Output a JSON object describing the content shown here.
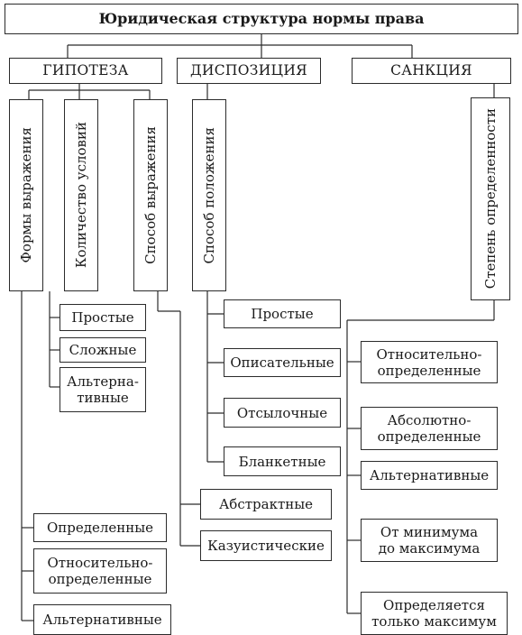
{
  "title": "Юридическая структура нормы права",
  "elements": {
    "hypothesis": {
      "label": "ГИПОТЕЗА",
      "groups": {
        "forms": {
          "label": "Формы выражения",
          "items": [
            "Определенные",
            "Относительно-\nопределенные",
            "Альтернативные"
          ]
        },
        "conditions": {
          "label": "Количество условий",
          "items": [
            "Простые",
            "Сложные",
            "Альтерна-\nтивные"
          ]
        },
        "method": {
          "label": "Способ выражения",
          "items": [
            "Абстрактные",
            "Казуистические"
          ]
        }
      }
    },
    "disposition": {
      "label": "ДИСПОЗИЦИЯ",
      "groups": {
        "method": {
          "label": "Способ положения",
          "items": [
            "Простые",
            "Описательные",
            "Отсылочные",
            "Бланкетные"
          ]
        }
      }
    },
    "sanction": {
      "label": "САНКЦИЯ",
      "groups": {
        "certainty": {
          "label": "Степень определенности",
          "items": [
            "Относительно-\nопределенные",
            "Абсолютно-\nопределенные",
            "Альтернативные",
            "От минимума\nдо максимума",
            "Определяется\nтолько максимум"
          ]
        }
      }
    }
  }
}
